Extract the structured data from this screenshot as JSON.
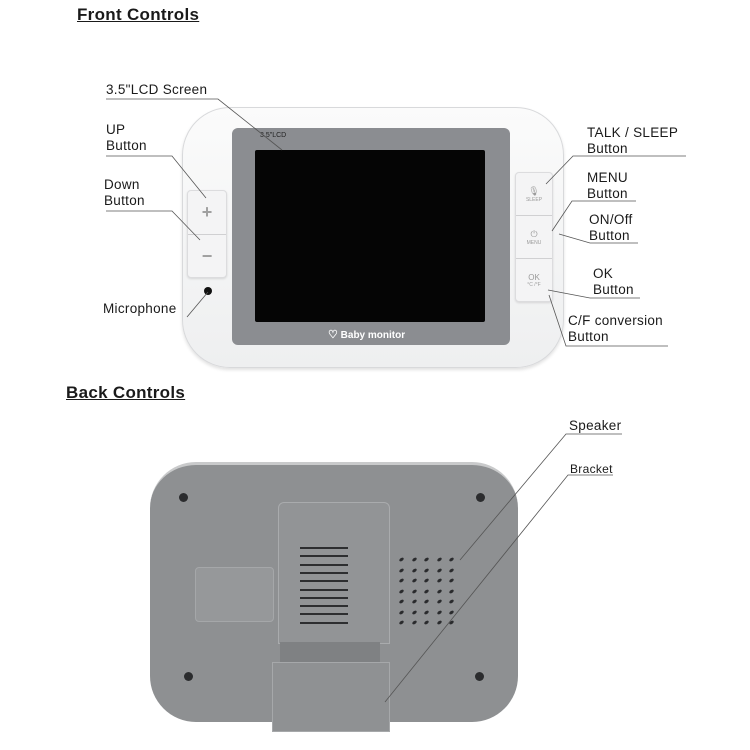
{
  "front_section": {
    "heading": "Front Controls",
    "device": {
      "lcd_tag": "3.5\"LCD",
      "brand": "Baby monitor",
      "left_buttons": [
        {
          "icon": "plus-icon"
        },
        {
          "icon": "minus-icon"
        }
      ],
      "right_buttons": [
        {
          "icon": "microphone-icon",
          "text": "SLEEP"
        },
        {
          "icon": "power-icon",
          "text": "MENU"
        },
        {
          "main": "OK",
          "text": "°C /°F"
        }
      ]
    },
    "labels": {
      "lcd": "3.5\"LCD Screen",
      "up": [
        "UP",
        "Button"
      ],
      "down": [
        "Down",
        "Button"
      ],
      "microphone": "Microphone",
      "talk_sleep": [
        "TALK / SLEEP",
        "Button"
      ],
      "menu": [
        "MENU",
        "Button"
      ],
      "on_off": [
        "ON/Off",
        "Button"
      ],
      "ok": [
        "OK",
        "Button"
      ],
      "cf": [
        "C/F conversion",
        "Button"
      ]
    }
  },
  "back_section": {
    "heading": "Back Controls",
    "labels": {
      "speaker": "Speaker",
      "bracket": "Bracket"
    }
  },
  "colors": {
    "device_front": "#f4f4f5",
    "bezel": "#8b8d91",
    "screen": "#050505",
    "device_back": "#8e9092"
  }
}
